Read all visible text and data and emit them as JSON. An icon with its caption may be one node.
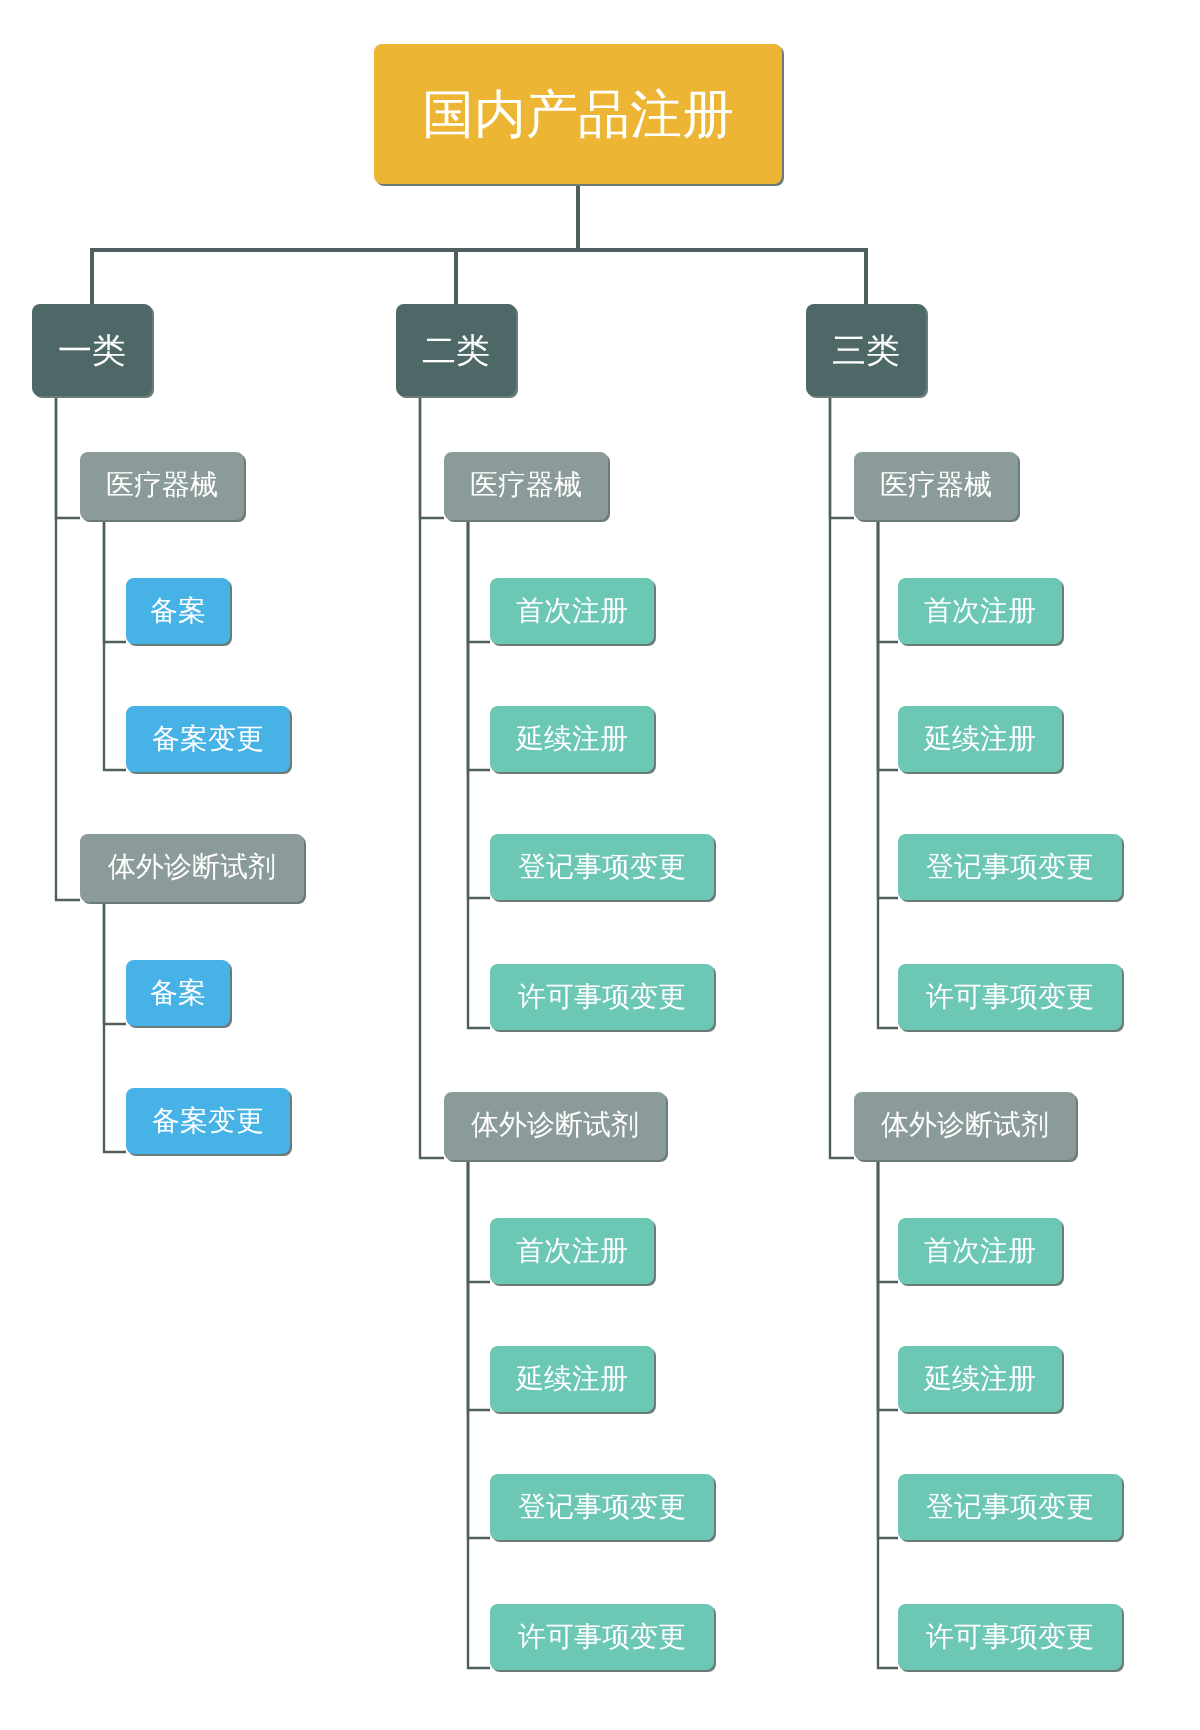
{
  "diagram": {
    "nodes": [
      {
        "text": [
          "国内产品注册"
        ]
      },
      {
        "text": [
          "一类"
        ]
      },
      {
        "text": [
          "医疗器械"
        ]
      },
      {
        "text": [
          "备案"
        ]
      },
      {
        "text": [
          "备案变更"
        ]
      },
      {
        "text": [
          "体外诊断试剂"
        ]
      },
      {
        "text": [
          "备案"
        ]
      },
      {
        "text": [
          "备案变更"
        ]
      },
      {
        "text": [
          "二类"
        ]
      },
      {
        "text": [
          "医疗器械"
        ]
      },
      {
        "text": [
          "首次注册"
        ]
      },
      {
        "text": [
          "延续注册"
        ]
      },
      {
        "text": [
          "登记事项变更"
        ]
      },
      {
        "text": [
          "许可事项变更"
        ]
      },
      {
        "text": [
          "体外诊断试剂"
        ]
      },
      {
        "text": [
          "首次注册"
        ]
      },
      {
        "text": [
          "延续注册"
        ]
      },
      {
        "text": [
          "登记事项变更"
        ]
      },
      {
        "text": [
          "许可事项变更"
        ]
      },
      {
        "text": [
          "三类"
        ]
      },
      {
        "text": [
          "医疗器械"
        ]
      },
      {
        "text": [
          "首次注册"
        ]
      },
      {
        "text": [
          "延续注册"
        ]
      },
      {
        "text": [
          "登记事项变更"
        ]
      },
      {
        "text": [
          "许可事项变更"
        ]
      },
      {
        "text": [
          "体外诊断试剂"
        ]
      },
      {
        "text": [
          "首次注册"
        ]
      },
      {
        "text": [
          "延续注册"
        ]
      },
      {
        "text": [
          "登记事项变更"
        ]
      },
      {
        "text": [
          "许可事项变更"
        ]
      }
    ],
    "edges": [
      {
        "from": 0,
        "to": 1,
        "arrow": "none"
      },
      {
        "from": 0,
        "to": 8,
        "arrow": "none"
      },
      {
        "from": 0,
        "to": 19,
        "arrow": "none"
      },
      {
        "from": 1,
        "to": 2,
        "arrow": "none"
      },
      {
        "from": 2,
        "to": 3,
        "arrow": "none"
      },
      {
        "from": 2,
        "to": 4,
        "arrow": "none"
      },
      {
        "from": 1,
        "to": 5,
        "arrow": "none"
      },
      {
        "from": 5,
        "to": 6,
        "arrow": "none"
      },
      {
        "from": 5,
        "to": 7,
        "arrow": "none"
      },
      {
        "from": 8,
        "to": 9,
        "arrow": "none"
      },
      {
        "from": 9,
        "to": 10,
        "arrow": "none"
      },
      {
        "from": 9,
        "to": 11,
        "arrow": "none"
      },
      {
        "from": 9,
        "to": 12,
        "arrow": "none"
      },
      {
        "from": 9,
        "to": 13,
        "arrow": "none"
      },
      {
        "from": 8,
        "to": 14,
        "arrow": "none"
      },
      {
        "from": 14,
        "to": 15,
        "arrow": "none"
      },
      {
        "from": 14,
        "to": 16,
        "arrow": "none"
      },
      {
        "from": 14,
        "to": 17,
        "arrow": "none"
      },
      {
        "from": 14,
        "to": 18,
        "arrow": "none"
      },
      {
        "from": 19,
        "to": 20,
        "arrow": "none"
      },
      {
        "from": 20,
        "to": 21,
        "arrow": "none"
      },
      {
        "from": 20,
        "to": 22,
        "arrow": "none"
      },
      {
        "from": 20,
        "to": 23,
        "arrow": "none"
      },
      {
        "from": 20,
        "to": 24,
        "arrow": "none"
      },
      {
        "from": 19,
        "to": 25,
        "arrow": "none"
      },
      {
        "from": 25,
        "to": 26,
        "arrow": "none"
      },
      {
        "from": 25,
        "to": 27,
        "arrow": "none"
      },
      {
        "from": 25,
        "to": 28,
        "arrow": "none"
      },
      {
        "from": 25,
        "to": 29,
        "arrow": "none"
      }
    ]
  }
}
